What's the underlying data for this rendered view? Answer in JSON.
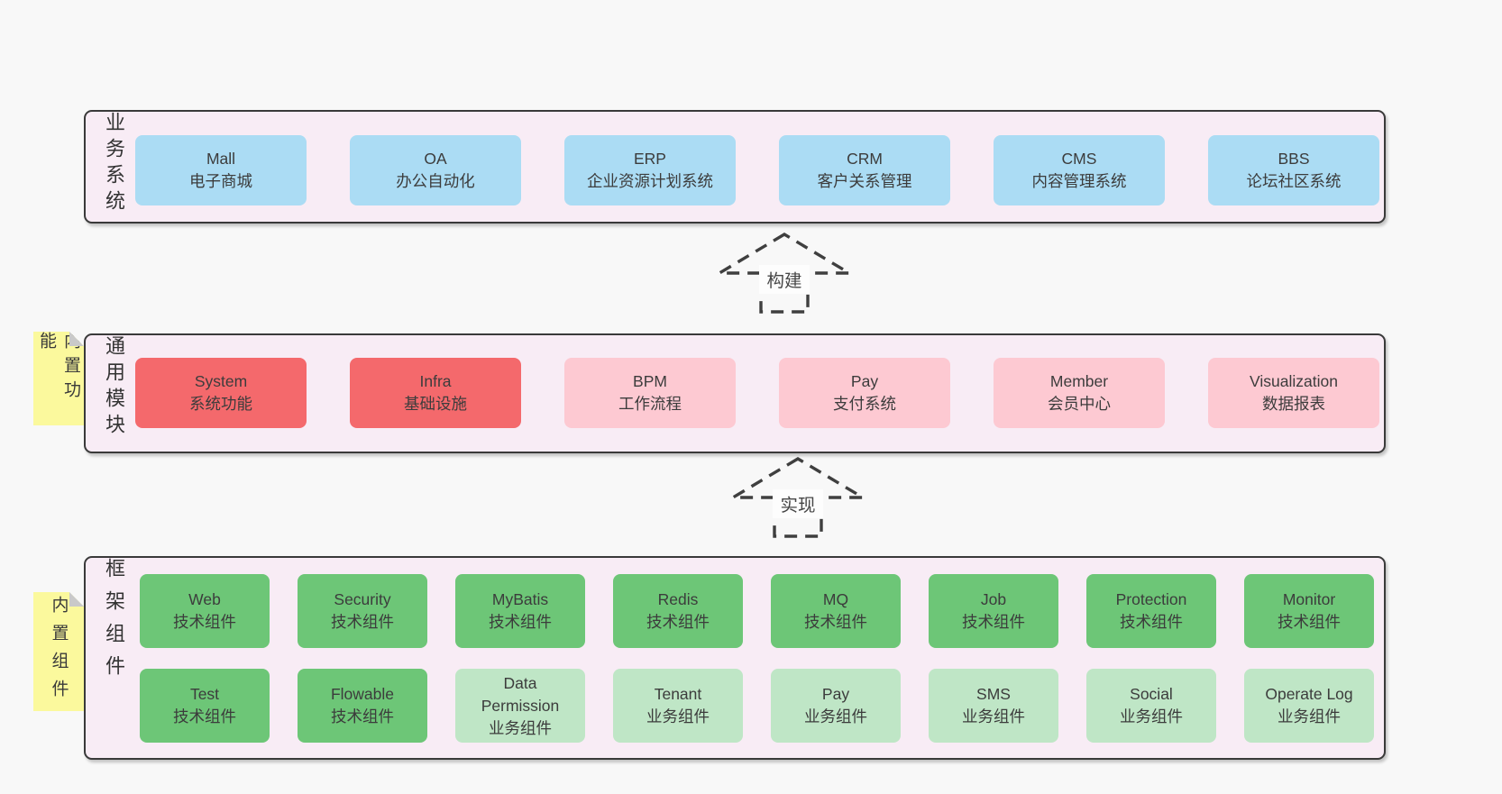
{
  "palette": {
    "bg": "#f8f8f8",
    "container": "#f8ecf5",
    "border": "#3a3a3a",
    "text": "#3d3d3d",
    "blue": "#abdcf4",
    "red": "#f4696c",
    "pink": "#fdc9d2",
    "green": "#6dc677",
    "lightgreen": "#bfe6c6",
    "sticky": "#fbf99d",
    "fold": "#c9c9c9"
  },
  "arrows": [
    {
      "label": "构建"
    },
    {
      "label": "实现"
    }
  ],
  "layers": [
    {
      "label": "业务系统",
      "rows": [
        [
          {
            "title": "Mall",
            "subtitle": "电子商城",
            "color": "blue"
          },
          {
            "title": "OA",
            "subtitle": "办公自动化",
            "color": "blue"
          },
          {
            "title": "ERP",
            "subtitle": "企业资源计划系统",
            "color": "blue"
          },
          {
            "title": "CRM",
            "subtitle": "客户关系管理",
            "color": "blue"
          },
          {
            "title": "CMS",
            "subtitle": "内容管理系统",
            "color": "blue"
          },
          {
            "title": "BBS",
            "subtitle": "论坛社区系统",
            "color": "blue"
          }
        ]
      ]
    },
    {
      "label": "通用模块",
      "sticky": "内置功能",
      "rows": [
        [
          {
            "title": "System",
            "subtitle": "系统功能",
            "color": "red"
          },
          {
            "title": "Infra",
            "subtitle": "基础设施",
            "color": "red"
          },
          {
            "title": "BPM",
            "subtitle": "工作流程",
            "color": "pink"
          },
          {
            "title": "Pay",
            "subtitle": "支付系统",
            "color": "pink"
          },
          {
            "title": "Member",
            "subtitle": "会员中心",
            "color": "pink"
          },
          {
            "title": "Visualization",
            "subtitle": "数据报表",
            "color": "pink"
          }
        ]
      ]
    },
    {
      "label": "框架组件",
      "sticky": "内置组件",
      "rows": [
        [
          {
            "title": "Web",
            "subtitle": "技术组件",
            "color": "green"
          },
          {
            "title": "Security",
            "subtitle": "技术组件",
            "color": "green"
          },
          {
            "title": "MyBatis",
            "subtitle": "技术组件",
            "color": "green"
          },
          {
            "title": "Redis",
            "subtitle": "技术组件",
            "color": "green"
          },
          {
            "title": "MQ",
            "subtitle": "技术组件",
            "color": "green"
          },
          {
            "title": "Job",
            "subtitle": "技术组件",
            "color": "green"
          },
          {
            "title": "Protection",
            "subtitle": "技术组件",
            "color": "green"
          },
          {
            "title": "Monitor",
            "subtitle": "技术组件",
            "color": "green"
          }
        ],
        [
          {
            "title": "Test",
            "subtitle": "技术组件",
            "color": "green"
          },
          {
            "title": "Flowable",
            "subtitle": "技术组件",
            "color": "green"
          },
          {
            "title": "Data Permission",
            "subtitle": "业务组件",
            "color": "lightgreen"
          },
          {
            "title": "Tenant",
            "subtitle": "业务组件",
            "color": "lightgreen"
          },
          {
            "title": "Pay",
            "subtitle": "业务组件",
            "color": "lightgreen"
          },
          {
            "title": "SMS",
            "subtitle": "业务组件",
            "color": "lightgreen"
          },
          {
            "title": "Social",
            "subtitle": "业务组件",
            "color": "lightgreen"
          },
          {
            "title": "Operate Log",
            "subtitle": "业务组件",
            "color": "lightgreen"
          }
        ]
      ]
    }
  ]
}
